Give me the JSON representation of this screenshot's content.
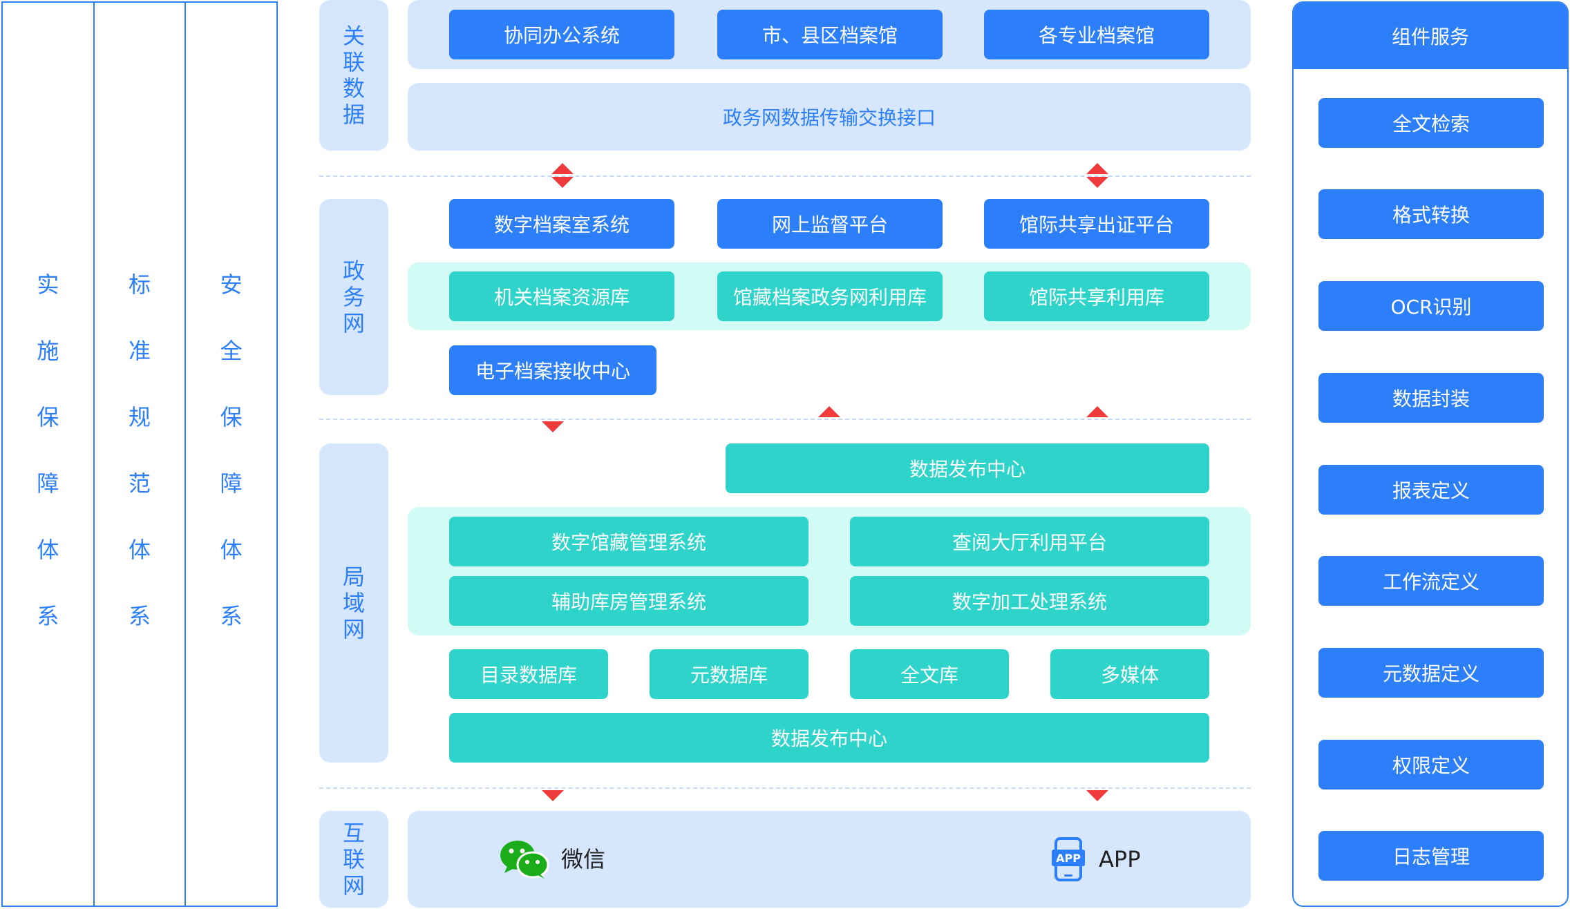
{
  "pillars": [
    {
      "chars": [
        "实",
        "施",
        "保",
        "障",
        "体",
        "系"
      ]
    },
    {
      "chars": [
        "标",
        "准",
        "规",
        "范",
        "体",
        "系"
      ]
    },
    {
      "chars": [
        "安",
        "全",
        "保",
        "障",
        "体",
        "系"
      ]
    }
  ],
  "layers": {
    "related": {
      "label": [
        "关",
        "联",
        "数",
        "据"
      ],
      "boxes": [
        "协同办公系统",
        "市、县区档案馆",
        "各专业档案馆"
      ],
      "exchange": "政务网数据传输交换接口"
    },
    "gov": {
      "label": [
        "政",
        "务",
        "网"
      ],
      "top_boxes": [
        "数字档案室系统",
        "网上监督平台",
        "馆际共享出证平台"
      ],
      "db_boxes": [
        "机关档案资源库",
        "馆藏档案政务网利用库",
        "馆际共享利用库"
      ],
      "receive": "电子档案接收中心"
    },
    "lan": {
      "label": [
        "局",
        "域",
        "网"
      ],
      "publish_top": "数据发布中心",
      "systems": [
        "数字馆藏管理系统",
        "查阅大厅利用平台",
        "辅助库房管理系统",
        "数字加工处理系统"
      ],
      "dbs": [
        "目录数据库",
        "元数据库",
        "全文库",
        "多媒体"
      ],
      "publish_bottom": "数据发布中心"
    },
    "internet": {
      "label": [
        "互",
        "联",
        "网"
      ],
      "wechat": "微信",
      "app": "APP",
      "app_badge": "APP"
    }
  },
  "services": {
    "title": "组件服务",
    "items": [
      "全文检索",
      "格式转换",
      "OCR识别",
      "数据封装",
      "报表定义",
      "工作流定义",
      "元数据定义",
      "权限定义",
      "日志管理"
    ]
  },
  "colors": {
    "blue": "#2d7ff9",
    "teal": "#2ed4c9",
    "light_blue": "#d6e6fc",
    "light_teal": "#d3fbf5",
    "arrow_red": "#ee3a3a"
  },
  "icons": {
    "wechat": "wechat-icon",
    "app": "app-phone-icon",
    "arrow_up": "arrow-up-icon",
    "arrow_down": "arrow-down-icon"
  }
}
